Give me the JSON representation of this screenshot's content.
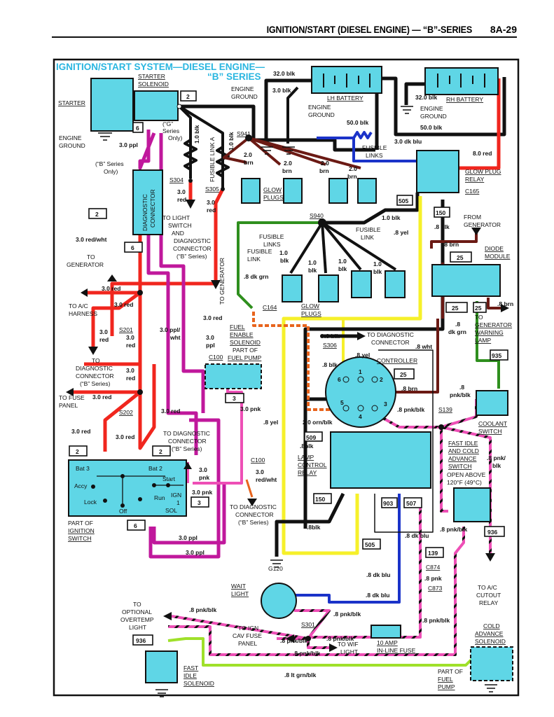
{
  "header": {
    "title": "IGNITION/START (DIESEL ENGINE) — “B”-SERIES",
    "page_number": "8A-29"
  },
  "diagram": {
    "title_line1": "IGNITION/START SYSTEM—DIESEL ENGINE—",
    "title_line2": "“B” SERIES",
    "colors": {
      "component_fill": "#5fd6e6",
      "black_wire": "#111111",
      "red_wire": "#f0261e",
      "brown_wire": "#6b1a14",
      "blue_wire": "#1b33c9",
      "green_wire": "#2f8f1e",
      "yellow_wire": "#f6f02a",
      "purple_wire": "#c0189c",
      "pink_wire": "#ee4fb6",
      "orange_wire": "#e8641d",
      "light_green_wire": "#9fe02a",
      "title_cyan": "#2ab6e0"
    },
    "components": {
      "starter": "STARTER",
      "starter_solenoid_1": "STARTER",
      "starter_solenoid_2": "SOLENOID",
      "lh_battery": "LH BATTERY",
      "rh_battery": "RH BATTERY",
      "diagnostic_connector_1": "DIAGNOSTIC",
      "diagnostic_connector_2": "CONNECTOR",
      "glow_plugs_1": "GLOW",
      "glow_plugs_2": "PLUGS",
      "glow_plug_relay_1": "GLOW PLUG",
      "glow_plug_relay_2": "RELAY",
      "diode_module_1": "DIODE",
      "diode_module_2": "MODULE",
      "controller": "CONTROLLER",
      "fuel_enable_1": "FUEL",
      "fuel_enable_2": "ENABLE",
      "fuel_enable_3": "SOLENOID",
      "fuel_enable_4": "PART OF",
      "fuel_enable_5": "FUEL PUMP",
      "lamp_relay_1": "LAMP",
      "lamp_relay_2": "CONTROL",
      "lamp_relay_3": "RELAY",
      "coolant_switch_1": "COOLANT",
      "coolant_switch_2": "SWITCH",
      "fast_idle_switch_1": "FAST IDLE",
      "fast_idle_switch_2": "AND COLD",
      "fast_idle_switch_3": "ADVANCE",
      "fast_idle_switch_4": "SWITCH",
      "fast_idle_switch_5": "OPEN ABOVE",
      "fast_idle_switch_6": "120°F (49°C)",
      "ignition_switch_1": "PART OF",
      "ignition_switch_2": "IGNITION",
      "ignition_switch_3": "SWITCH",
      "wait_light_1": "WAIT",
      "wait_light_2": "LIGHT",
      "inline_fuse_1": "10 AMP",
      "inline_fuse_2": "IN-LINE FUSE",
      "fast_idle_solenoid_1": "FAST",
      "fast_idle_solenoid_2": "IDLE",
      "fast_idle_solenoid_3": "SOLENOID",
      "cold_advance_1": "COLD",
      "cold_advance_2": "ADVANCE",
      "cold_advance_3": "SOLENOID",
      "cold_advance_4": "PART OF",
      "cold_advance_5": "FUEL",
      "cold_advance_6": "PUMP"
    },
    "ignition_positions": {
      "bat3": "Bat 3",
      "bat2": "Bat 2",
      "accy": "Accy",
      "lock": "Lock",
      "off": "Off",
      "run": "Run",
      "start": "Start",
      "ign": "IGN",
      "one": "1",
      "sol": "SOL"
    },
    "controller_pins": [
      "1",
      "2",
      "3",
      "4",
      "5",
      "6"
    ],
    "circuit_numbers": {
      "c_2_solenoid": "2",
      "c_6_solenoid": "6",
      "c_2_diag": "2",
      "c_6_diag": "6",
      "c_505_relay": "505",
      "c_150_relay": "150",
      "c_25_diode": "25",
      "c_25_diode_b1": "25",
      "c_25_diode_b2": "25",
      "c_935": "935",
      "c_25_ctrl": "25",
      "c_3_fuel": "3",
      "c_509": "509",
      "c_2_bat3": "2",
      "c_2_bat2": "2",
      "c_3_ign": "3",
      "c_6_ign": "6",
      "c_150_lamp": "150",
      "c_903": "903",
      "c_507": "507",
      "c_505_bottom": "505",
      "c_139": "139",
      "c_936_switch": "936",
      "c_936_solenoid": "936"
    },
    "splices_connectors": {
      "s941": "S941",
      "s940": "S940",
      "s304": "S304",
      "s305": "S305",
      "s201": "S201",
      "s202": "S202",
      "s306": "S306",
      "s139": "S139",
      "s301": "S301",
      "c100a": "C100",
      "c100b": "C100",
      "c164": "C164",
      "c165": "C165",
      "c874": "C874",
      "c873": "C873",
      "g120": "G120"
    },
    "wire_labels": {
      "w_32blk_lh": "32.0 blk",
      "w_3blk": "3.0 blk",
      "w_50blk_lh": "50.0 blk",
      "w_32blk_rh": "32.0 blk",
      "w_50blk_rh": "50.0 blk",
      "w_8red": "8.0 red",
      "w_3dkblu": "3.0 dk blu",
      "w_10blk_a": "1.0 blk",
      "w_10blk_b": "1.0 blk",
      "w_fuslink_a": "FUSIBLE LINK A",
      "w_2brn_1a": "2.0",
      "w_2brn_1b": "brn",
      "w_2brn_2a": "2.0",
      "w_2brn_2b": "brn",
      "w_2brn_3a": "2.0",
      "w_2brn_3b": "brn",
      "w_2brn_4a": "2.0",
      "w_2brn_4b": "brn",
      "w_fus_links_1": "FUSIBLE",
      "w_fus_links_2": "LINKS",
      "w_3ppl_top": "3.0 ppl",
      "w_g_series_1": "(“G”",
      "w_g_series_2": "Series",
      "w_g_series_3": "Only)",
      "w_b_series_1": "(“B” Series",
      "w_b_series_2": "Only)",
      "w_3red_s304a": "3.0",
      "w_3red_s304b": "red",
      "w_3red_s305a": "3.0",
      "w_3red_s305b": "red",
      "w_3redwht": "3.0 red/wht",
      "w_to_gen_1": "TO",
      "w_to_gen_2": "GENERATOR",
      "w_to_light_1": "TO LIGHT",
      "w_to_light_2": "SWITCH",
      "w_to_light_3": "AND",
      "w_to_light_4": "DIAGNOSTIC",
      "w_to_light_5": "CONNECTOR",
      "w_to_light_6": "(“B” Series)",
      "w_to_gen_vert": "TO GENERATOR",
      "w_fus_links_s940_1": "FUSIBLE",
      "w_fus_links_s940_2": "LINKS",
      "w_fus_link_s940_1": "FUSIBLE",
      "w_fus_link_s940_2": "LINK",
      "w_fus_link_grn_1": "FUSIBLE",
      "w_fus_link_grn_2": "LINK",
      "w_10blk_s940": "1.0 blk",
      "w_8dkgrn": ".8 dk grn",
      "w_gp_1a": "1.0",
      "w_gp_1b": "blk",
      "w_gp_2a": "1.0",
      "w_gp_2b": "blk",
      "w_gp_3a": "1.0",
      "w_gp_3b": "blk",
      "w_gp_4a": "1.0",
      "w_gp_4b": "blk",
      "w_8yel_top": ".8 yel",
      "w_8blk_relay": ".8 blk",
      "w_from_gen_1": "FROM",
      "w_from_gen_2": "GENERATOR",
      "w_8brn_top": ".8 brn",
      "w_8brn_right": ".8 brn",
      "w_8dkgrn_diode_1": ".8",
      "w_8dkgrn_diode_2": "dk grn",
      "w_to_genwarn_1": "TO",
      "w_to_genwarn_2": "GENERATOR",
      "w_to_genwarn_3": "WARNING",
      "w_to_genwarn_4": "LAMP",
      "w_3red_gen": "3.0 red",
      "w_to_ac_1": "TO A/C",
      "w_to_ac_2": "HARNESS",
      "w_3red_ac": "3.0 red",
      "w_3red_right": "3.0 red",
      "w_3red_s201a": "3.0",
      "w_3red_s201b": "red",
      "w_3red_s201c": "3.0",
      "w_3red_s201d": "red",
      "w_3pplwht_1": "3.0 ppl/",
      "w_3pplwht_2": "wht",
      "w_3ppl_mid_1": "3.0",
      "w_3ppl_mid_2": "ppl",
      "w_to_diag_1": "TO",
      "w_to_diag_2": "DIAGNOSTIC",
      "w_to_diag_3": "CONNECTOR",
      "w_to_diag_4": "(“B” Series)",
      "w_3red_mid_a": "3.0",
      "w_3red_mid_b": "red",
      "w_to_fuse_1": "TO FUSE",
      "w_to_fuse_2": "PANEL",
      "w_3red_fuse": "3.0 red",
      "w_3red_low": "3.0 red",
      "w_3red_bat3": "3.0 red",
      "w_3red_bat2": "3.0 red",
      "w_to_diag_mid_1": "TO DIAGNOSTIC",
      "w_to_diag_mid_2": "CONNECTOR",
      "w_to_diag_mid_3": "(“B” Series)",
      "w_3pnk": "3.0 pnk",
      "w_3pnk_ign_1": "3.0",
      "w_3pnk_ign_2": "pnk",
      "w_3pnk_ign_3": "3.0 pnk",
      "w_3redwht_c100_1": "3.0",
      "w_3redwht_c100_2": "red/wht",
      "w_to_diag_low_1": "TO DIAGNOSTIC",
      "w_to_diag_low_2": "CONNECTOR",
      "w_to_diag_low_3": "(“B” Series)",
      "w_3ppl_bot1": "3.0 ppl",
      "w_3ppl_bot2": "3.0 ppl",
      "w_8blk_s306": ".8 blk",
      "w_8blk_left": ".8 blk",
      "w_to_diag_ctrl_1": "TO DIAGNOSTIC",
      "w_to_diag_ctrl_2": "CONNECTOR",
      "w_8wht": ".8 wht",
      "w_8yel_ctrl": ".8 yel",
      "w_8brn_ctrl": ".8 brn",
      "w_8pnkblk_ctrl": ".8 pnk/blk",
      "w_8yel_left": ".8 yel",
      "w_2ornblk": "2.0 orn/blk",
      "w_8blk_509": ".8blk",
      "w_8pnkblk_cool_1": ".8",
      "w_8pnkblk_cool_2": "pnk/blk",
      "w_8pnkblk_fi_1": ".8 pnk/",
      "w_8pnkblk_fi_2": "blk",
      "w_8pnkblk_fi_3": ".8 pnk/blk",
      "w_8blk_lamp": ".8blk",
      "w_8dkblu_1": ".8 dk blu",
      "w_8dkblu_2": ".8 dk blu",
      "w_8dkblu_3": ".8 dk blu",
      "w_8pnk": ".8 pnk",
      "w_8pnkblk_r": ".8 pnk/blk",
      "w_to_ac_cut_1": "TO A/C",
      "w_to_ac_cut_2": "CUTOUT",
      "w_to_ac_cut_3": "RELAY",
      "w_8pnkblk_opt": ".8 pnk/blk",
      "w_to_opt_1": "TO",
      "w_to_opt_2": "OPTIONAL",
      "w_to_opt_3": "OVERTEMP",
      "w_to_opt_4": "LIGHT",
      "w_to_ign_1": "TO IGN",
      "w_to_ign_2": "CAV FUSE",
      "w_to_ign_3": "PANEL",
      "w_8pnkblk_s301a": ".8 pnk/blk",
      "w_8pnkblk_s301b": ".8 pnk/blk",
      "w_8pnkblk_s301c": ".8 pnk/blk",
      "w_8pnkblk_s301d": ".8 pnk/blk",
      "w_to_wif_1": "TO WIF",
      "w_to_wif_2": "LIGHT",
      "w_8ltgrnblk": ".8 lt grn/blk",
      "w_eng_gnd_1a": "ENGINE",
      "w_eng_gnd_1b": "GROUND",
      "w_eng_gnd_2a": "ENGINE",
      "w_eng_gnd_2b": "GROUND",
      "w_eng_gnd_3a": "ENGINE",
      "w_eng_gnd_3b": "GROUND",
      "w_eng_gnd_4a": "ENGINE",
      "w_eng_gnd_4b": "GROUND"
    }
  }
}
